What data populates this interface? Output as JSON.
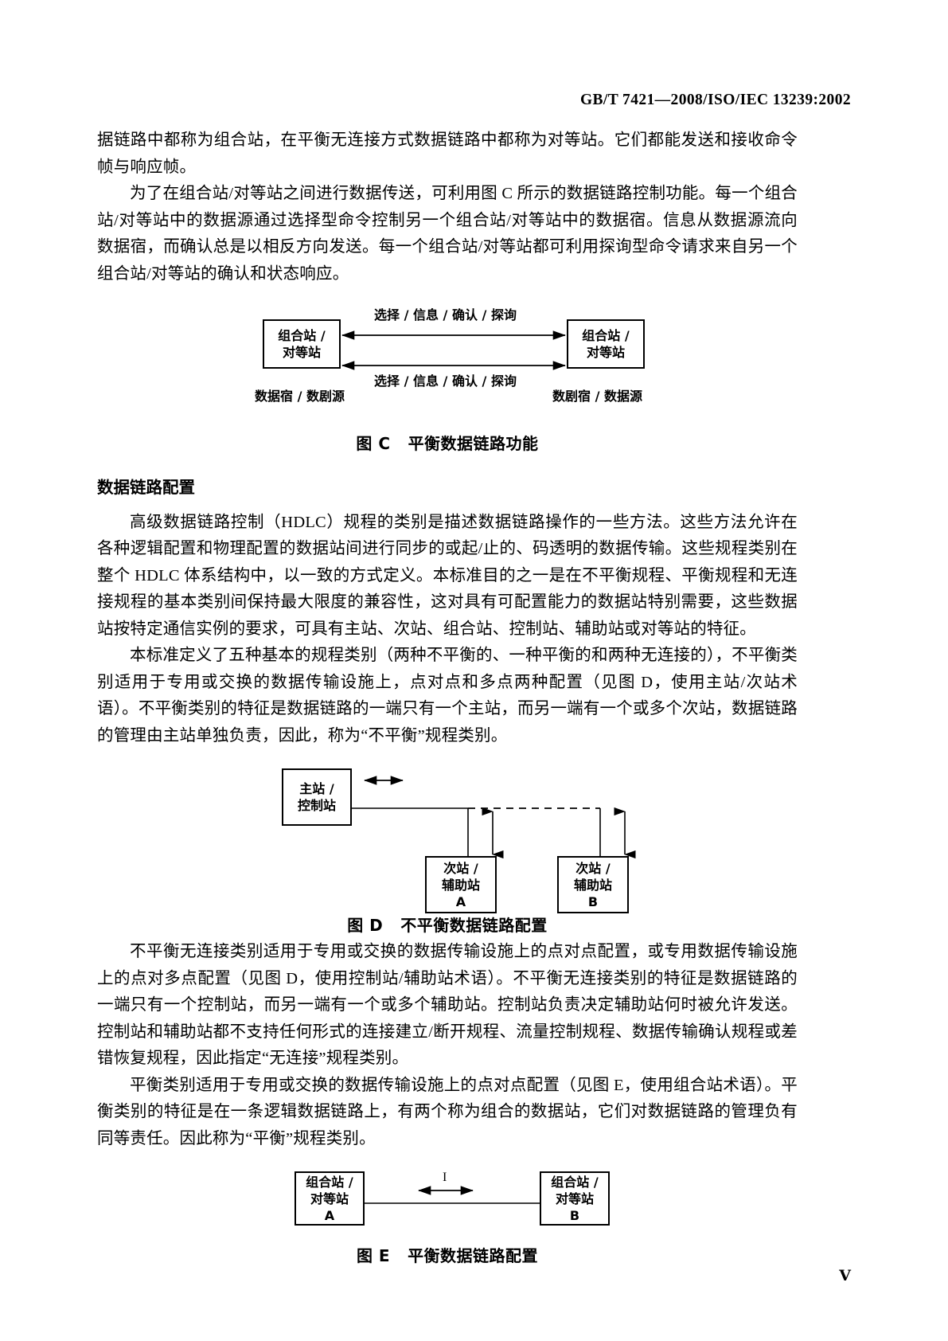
{
  "header": {
    "standard_ref": "GB/T 7421—2008/ISO/IEC 13239:2002"
  },
  "body": {
    "para1": "据链路中都称为组合站，在平衡无连接方式数据链路中都称为对等站。它们都能发送和接收命令帧与响应帧。",
    "para2": "为了在组合站/对等站之间进行数据传送，可利用图 C 所示的数据链路控制功能。每一个组合站/对等站中的数据源通过选择型命令控制另一个组合站/对等站中的数据宿。信息从数据源流向数据宿，而确认总是以相反方向发送。每一个组合站/对等站都可利用探询型命令请求来自另一个组合站/对等站的确认和状态响应。",
    "section_heading": "数据链路配置",
    "para3": "高级数据链路控制（HDLC）规程的类别是描述数据链路操作的一些方法。这些方法允许在各种逻辑配置和物理配置的数据站间进行同步的或起/止的、码透明的数据传输。这些规程类别在整个 HDLC 体系结构中，以一致的方式定义。本标准目的之一是在不平衡规程、平衡规程和无连接规程的基本类别间保持最大限度的兼容性，这对具有可配置能力的数据站特别需要，这些数据站按特定通信实例的要求，可具有主站、次站、组合站、控制站、辅助站或对等站的特征。",
    "para4": "本标准定义了五种基本的规程类别（两种不平衡的、一种平衡的和两种无连接的），不平衡类别适用于专用或交换的数据传输设施上，点对点和多点两种配置（见图 D，使用主站/次站术语）。不平衡类别的特征是数据链路的一端只有一个主站，而另一端有一个或多个次站，数据链路的管理由主站单独负责，因此，称为“不平衡”规程类别。",
    "para5": "不平衡无连接类别适用于专用或交换的数据传输设施上的点对点配置，或专用数据传输设施上的点对多点配置（见图 D，使用控制站/辅助站术语）。不平衡无连接类别的特征是数据链路的一端只有一个控制站，而另一端有一个或多个辅助站。控制站负责决定辅助站何时被允许发送。控制站和辅助站都不支持任何形式的连接建立/断开规程、流量控制规程、数据传输确认规程或差错恢复规程，因此指定“无连接”规程类别。",
    "para6": "平衡类别适用于专用或交换的数据传输设施上的点对点配置（见图 E，使用组合站术语）。平衡类别的特征是在一条逻辑数据链路上，有两个称为组合的数据站，它们对数据链路的管理负有同等责任。因此称为“平衡”规程类别。"
  },
  "figure_c": {
    "caption_label": "图 C",
    "caption_text": "平衡数据链路功能",
    "left_box_line1": "组合站 /",
    "left_box_line2": "对等站",
    "right_box_line1": "组合站 /",
    "right_box_line2": "对等站",
    "top_arrow_label": "选择 / 信息 / 确认 / 探询",
    "bottom_arrow_label": "选择 / 信息 / 确认 / 探询",
    "left_bottom_label": "数据宿 / 数剧源",
    "right_bottom_label": "数剧宿 / 数据源"
  },
  "figure_d": {
    "caption_label": "图 D",
    "caption_text": "不平衡数据链路配置",
    "primary_box_line1": "主站 /",
    "primary_box_line2": "控制站",
    "secondary_a_line1": "次站 /",
    "secondary_a_line2": "辅助站",
    "secondary_a_line3": "A",
    "secondary_b_line1": "次站 /",
    "secondary_b_line2": "辅助站",
    "secondary_b_line3": "B"
  },
  "figure_e": {
    "caption_label": "图 E",
    "caption_text": "平衡数据链路配置",
    "left_box_line1": "组合站 /",
    "left_box_line2": "对等站",
    "left_box_line3": "A",
    "right_box_line1": "组合站 /",
    "right_box_line2": "对等站",
    "right_box_line3": "B",
    "link_label": "I"
  },
  "footer": {
    "page_number": "Ⅴ"
  }
}
